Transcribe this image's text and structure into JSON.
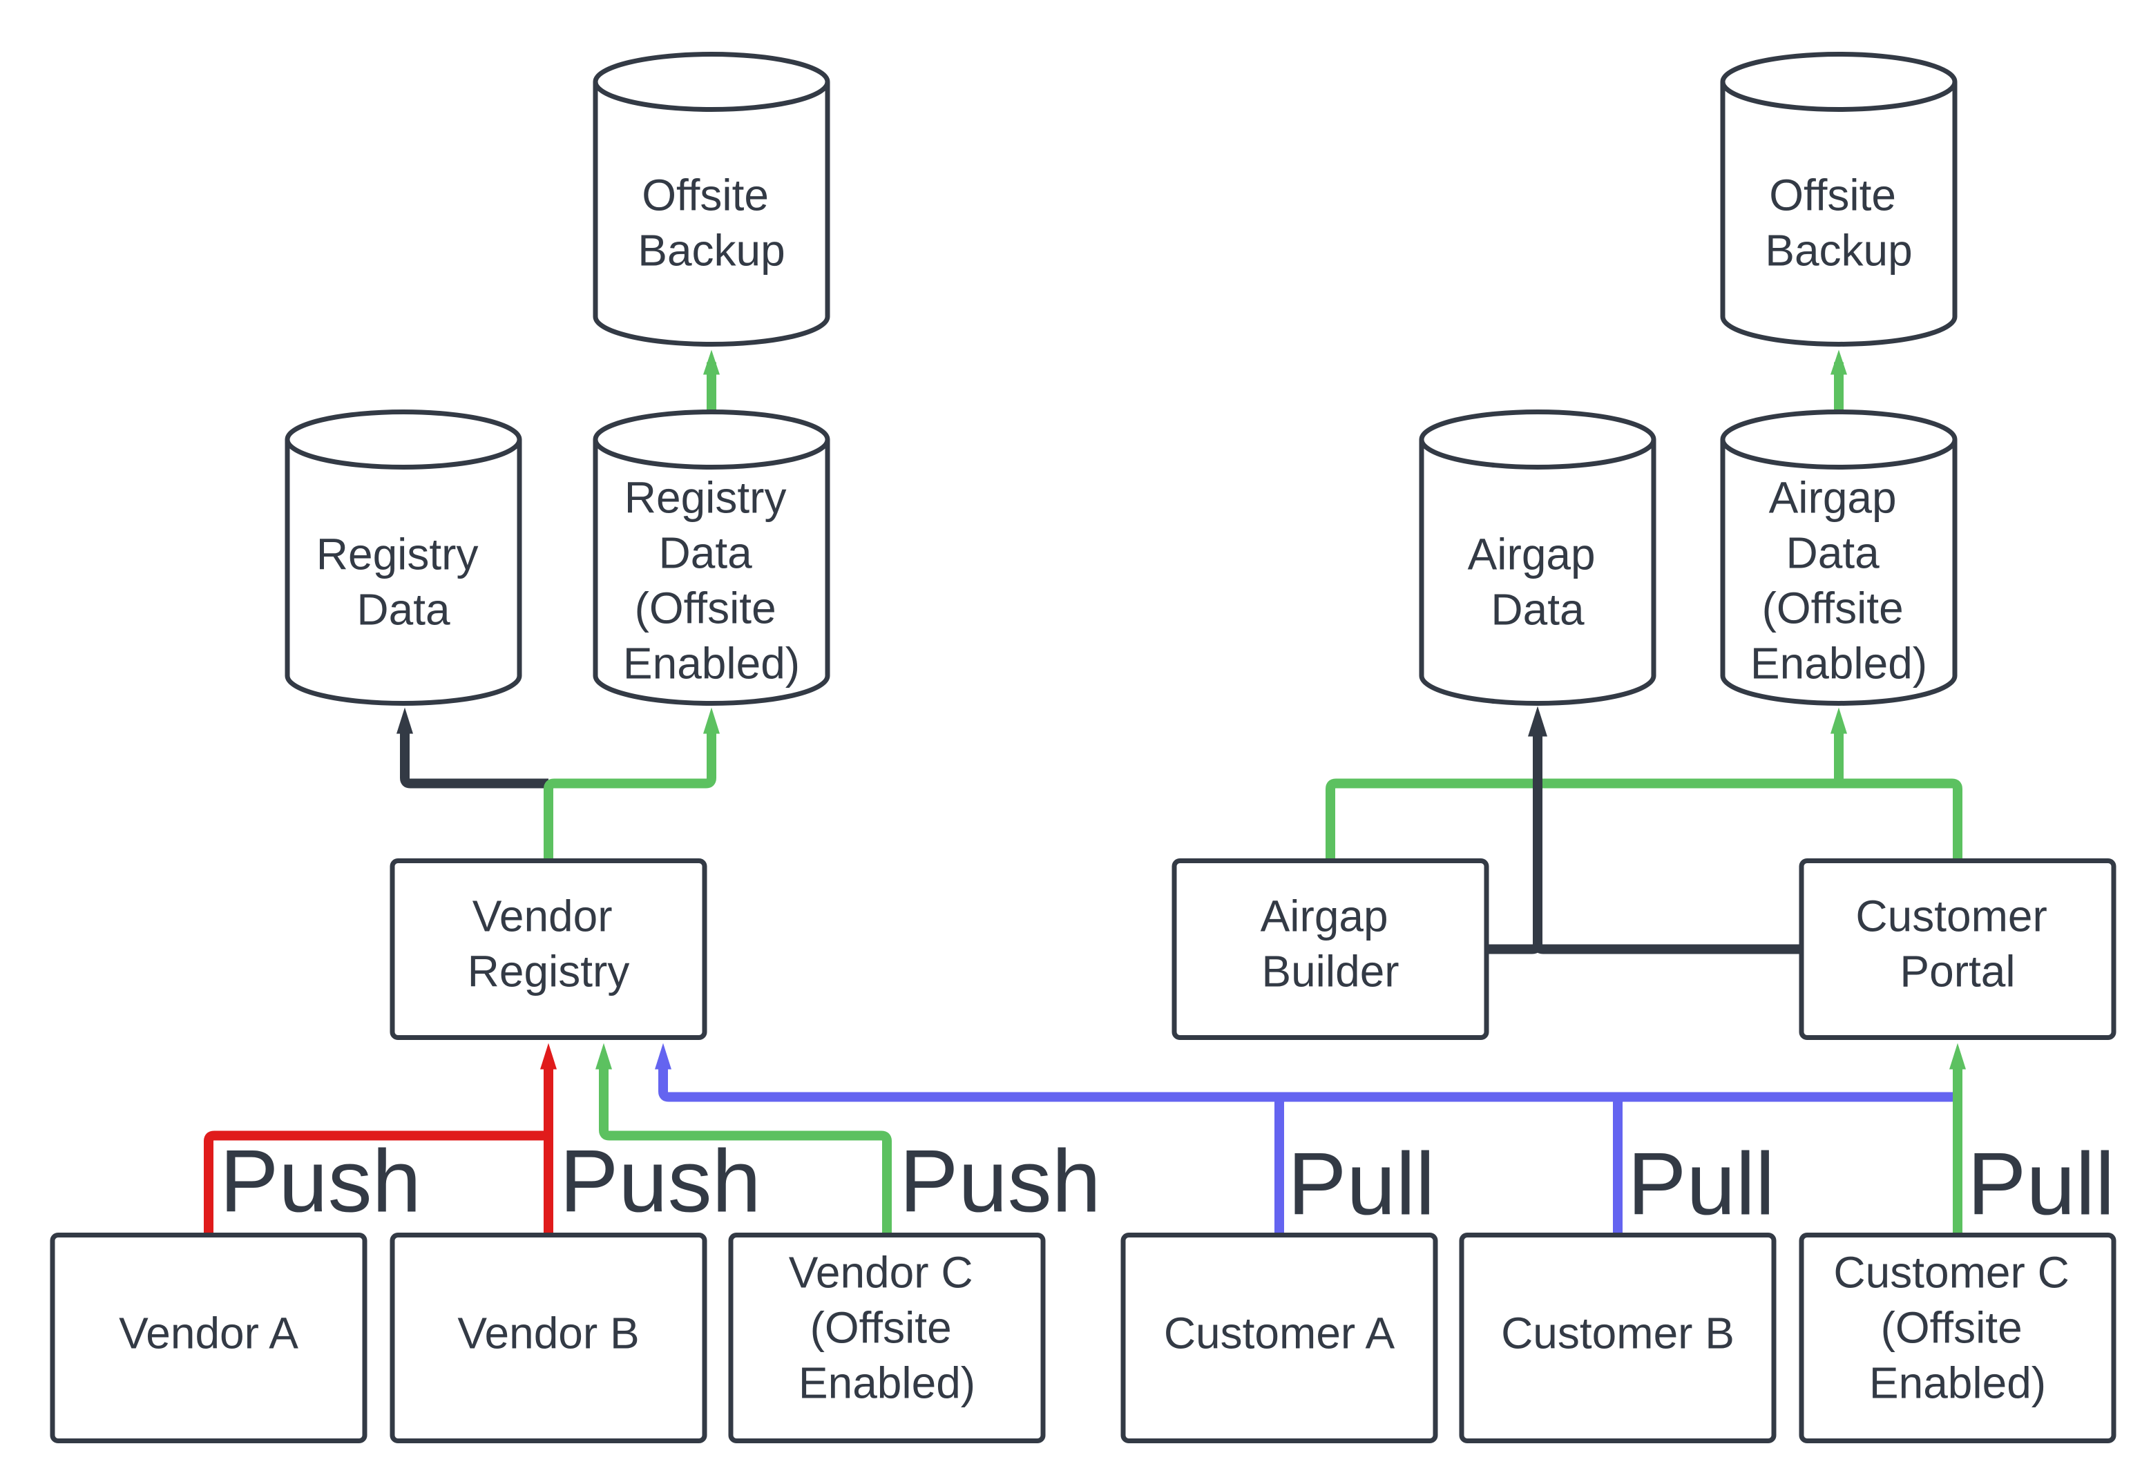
{
  "colors": {
    "stroke": "#333a45",
    "push_red": "#e01b1b",
    "green": "#5cc160",
    "pull_blue": "#6464f0",
    "dark": "#333a45"
  },
  "nodes": {
    "offsite_backup_left": [
      "Offsite",
      "Backup"
    ],
    "offsite_backup_right": [
      "Offsite",
      "Backup"
    ],
    "registry_data": [
      "Registry",
      "Data"
    ],
    "registry_data_offsite": [
      "Registry",
      "Data",
      "(Offsite",
      "Enabled)"
    ],
    "airgap_data": [
      "Airgap",
      "Data"
    ],
    "airgap_data_offsite": [
      "Airgap",
      "Data",
      "(Offsite",
      "Enabled)"
    ],
    "vendor_registry": [
      "Vendor",
      "Registry"
    ],
    "airgap_builder": [
      "Airgap",
      "Builder"
    ],
    "customer_portal": [
      "Customer",
      "Portal"
    ],
    "vendor_a": [
      "Vendor A"
    ],
    "vendor_b": [
      "Vendor B"
    ],
    "vendor_c": [
      "Vendor C",
      "(Offsite",
      "Enabled)"
    ],
    "customer_a": [
      "Customer A"
    ],
    "customer_b": [
      "Customer B"
    ],
    "customer_c": [
      "Customer C",
      "(Offsite",
      "Enabled)"
    ]
  },
  "edge_labels": {
    "vendor_a": "Push",
    "vendor_b": "Push",
    "vendor_c": "Push",
    "customer_a": "Pull",
    "customer_b": "Pull",
    "customer_c": "Pull"
  }
}
